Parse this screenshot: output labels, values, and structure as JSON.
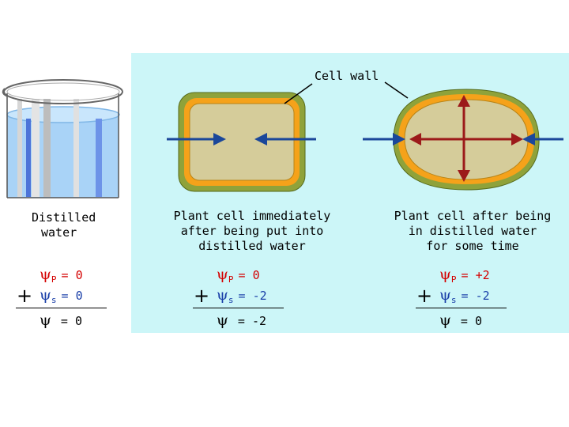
{
  "colors": {
    "panel_bg": "#ccf6f8",
    "pressure_text": "#d40000",
    "solute_text": "#1a3fa8",
    "total_text": "#000000",
    "cell_wall": "#8fa23a",
    "membrane": "#f5a21a",
    "cytoplasm": "#d5cc9a",
    "water_arrow": "#1b479a",
    "pressure_arrow": "#9c1a1a"
  },
  "icons": {
    "beaker": "beaker-with-water-icon",
    "water_arrow": "blue-arrow-icon",
    "pressure_arrow": "red-arrow-icon"
  },
  "callout": {
    "label": "Cell wall"
  },
  "columns": [
    {
      "id": "distilled-water",
      "caption": [
        "Distilled",
        "water"
      ],
      "psi_p": {
        "symbol": "ψ",
        "sub": "P",
        "value": "= 0"
      },
      "psi_s": {
        "plus": "+",
        "symbol": "ψ",
        "sub": "s",
        "value": "= 0"
      },
      "psi": {
        "symbol": "ψ",
        "value": "= 0"
      }
    },
    {
      "id": "cell-immediately",
      "caption": [
        "Plant cell immediately",
        "after being put into",
        "distilled water"
      ],
      "psi_p": {
        "symbol": "ψ",
        "sub": "P",
        "value": "= 0"
      },
      "psi_s": {
        "plus": "+",
        "symbol": "ψ",
        "sub": "s",
        "value": "= -2"
      },
      "psi": {
        "symbol": "ψ",
        "value": "= -2"
      }
    },
    {
      "id": "cell-after-time",
      "caption": [
        "Plant cell after being",
        "in distilled water",
        "for some time"
      ],
      "psi_p": {
        "symbol": "ψ",
        "sub": "P",
        "value": "= +2"
      },
      "psi_s": {
        "plus": "+",
        "symbol": "ψ",
        "sub": "s",
        "value": "= -2"
      },
      "psi": {
        "symbol": "ψ",
        "value": "= 0"
      }
    }
  ]
}
